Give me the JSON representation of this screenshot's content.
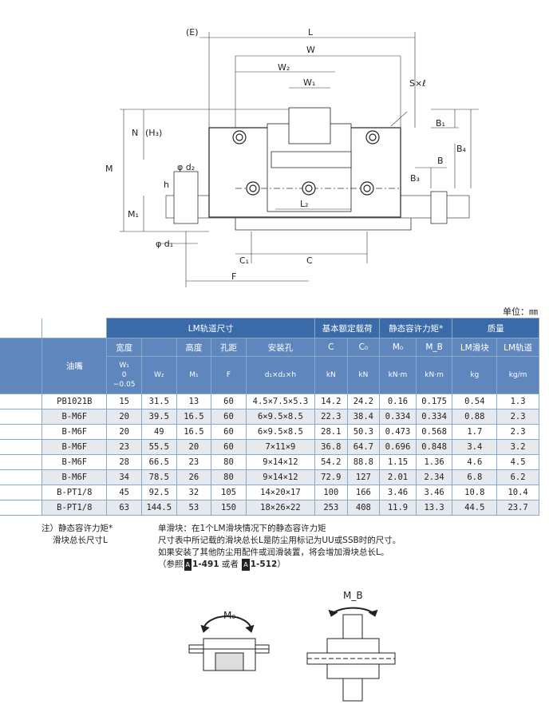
{
  "drawing": {
    "labels": {
      "E": "(E)",
      "L": "L",
      "W": "W",
      "W2": "W₂",
      "W1": "W₁",
      "S": "S×ℓ",
      "N": "N",
      "H3": "(H₃)",
      "M": "M",
      "M1": "M₁",
      "h": "h",
      "d2": "φ d₂",
      "d1": "φ d₁",
      "B1": "B₁",
      "B4": "B₄",
      "B": "B",
      "B3": "B₃",
      "L2": "L₂",
      "C1": "C₁",
      "C": "C",
      "F": "F"
    }
  },
  "unit": "单位：㎜",
  "table": {
    "group_headers": [
      "LM轨道尺寸",
      "基本额定载荷",
      "静态容许力矩*",
      "质量"
    ],
    "oil": "油嘴",
    "sub1": [
      "宽度",
      "",
      "高度",
      "孔距",
      "安装孔",
      "C",
      "C₀",
      "M₀",
      "M_B",
      "LM滑块",
      "LM轨道"
    ],
    "sub2": [
      "W₁\n0\n−0.05",
      "W₂",
      "M₁",
      "F",
      "d₁×d₂×h",
      "kN",
      "kN",
      "kN·m",
      "kN·m",
      "kg",
      "kg/m"
    ],
    "rows": [
      [
        "PB1021B",
        "15",
        "31.5",
        "13",
        "60",
        "4.5×7.5×5.3",
        "14.2",
        "24.2",
        "0.16",
        "0.175",
        "0.54",
        "1.3"
      ],
      [
        "B-M6F",
        "20",
        "39.5",
        "16.5",
        "60",
        "6×9.5×8.5",
        "22.3",
        "38.4",
        "0.334",
        "0.334",
        "0.88",
        "2.3"
      ],
      [
        "B-M6F",
        "20",
        "49",
        "16.5",
        "60",
        "6×9.5×8.5",
        "28.1",
        "50.3",
        "0.473",
        "0.568",
        "1.7",
        "2.3"
      ],
      [
        "B-M6F",
        "23",
        "55.5",
        "20",
        "60",
        "7×11×9",
        "36.8",
        "64.7",
        "0.696",
        "0.848",
        "3.4",
        "3.2"
      ],
      [
        "B-M6F",
        "28",
        "66.5",
        "23",
        "80",
        "9×14×12",
        "54.2",
        "88.8",
        "1.15",
        "1.36",
        "4.6",
        "4.5"
      ],
      [
        "B-M6F",
        "34",
        "78.5",
        "26",
        "80",
        "9×14×12",
        "72.9",
        "127",
        "2.01",
        "2.34",
        "6.8",
        "6.2"
      ],
      [
        "B-PT1/8",
        "45",
        "92.5",
        "32",
        "105",
        "14×20×17",
        "100",
        "166",
        "3.46",
        "3.46",
        "10.8",
        "10.4"
      ],
      [
        "B-PT1/8",
        "63",
        "144.5",
        "53",
        "150",
        "18×26×22",
        "253",
        "408",
        "11.9",
        "13.3",
        "44.5",
        "23.7"
      ]
    ]
  },
  "notes": {
    "left1": "注）静态容许力矩*",
    "left2": "滑块总长尺寸L",
    "right1": "单滑块：在1个LM滑块情况下的静态容许力矩",
    "right2": "尺寸表中所记载的滑块总长L是防尘用标记为UU或SSB时的尺寸。",
    "right3": "如果安装了其他防尘用配件或润滑装置，将会增加滑块总长L。",
    "ref_pre": "（参照",
    "ref_box1": "A",
    "ref_a": "1-491",
    "ref_mid": " 或者 ",
    "ref_box2": "A",
    "ref_b": "1-512",
    "ref_post": "）"
  },
  "moments": {
    "MO": "M₀",
    "MB": "M_B"
  }
}
